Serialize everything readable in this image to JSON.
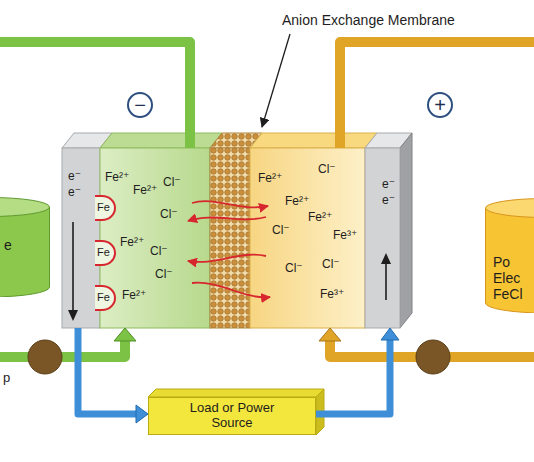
{
  "diagram": {
    "nodes": [
      {
        "text": [
          "−"
        ]
      },
      {
        "text": [
          "+"
        ]
      },
      {
        "text": [
          "e"
        ]
      },
      {
        "text": [
          "e⁻",
          "e⁻"
        ]
      },
      {
        "text": [
          "Fe"
        ]
      },
      {
        "text": [
          "Fe"
        ]
      },
      {
        "text": [
          "Fe"
        ]
      },
      {
        "text": [
          "Fe²⁺",
          "Fe²⁺",
          "Cl⁻",
          "Cl⁻",
          "Fe²⁺",
          "Cl⁻",
          "Cl⁻",
          "Fe²⁺"
        ]
      },
      {
        "text": [
          "Fe²⁺",
          "Cl⁻",
          "Fe²⁺",
          "Fe²⁺",
          "Cl⁻",
          "Fe³⁺",
          "Cl⁻",
          "Cl⁻",
          "Fe³⁺"
        ]
      },
      {
        "text": [
          "e⁻",
          "e⁻"
        ]
      },
      {
        "text": [
          "Po Elec FeCl"
        ]
      },
      {
        "text": [
          "Load or Power Source"
        ]
      }
    ],
    "edges": [
      {
        "from": 2,
        "to": 7,
        "arrow": "none"
      },
      {
        "from": 2,
        "to": 7,
        "arrow": "to"
      },
      {
        "from": 10,
        "to": 8,
        "arrow": "none"
      },
      {
        "from": 10,
        "to": 8,
        "arrow": "to"
      },
      {
        "from": 3,
        "to": 11,
        "arrow": "to"
      },
      {
        "from": 11,
        "to": 9,
        "arrow": "to"
      }
    ],
    "labels": [
      "Anion Exchange Membrane",
      "p"
    ]
  }
}
